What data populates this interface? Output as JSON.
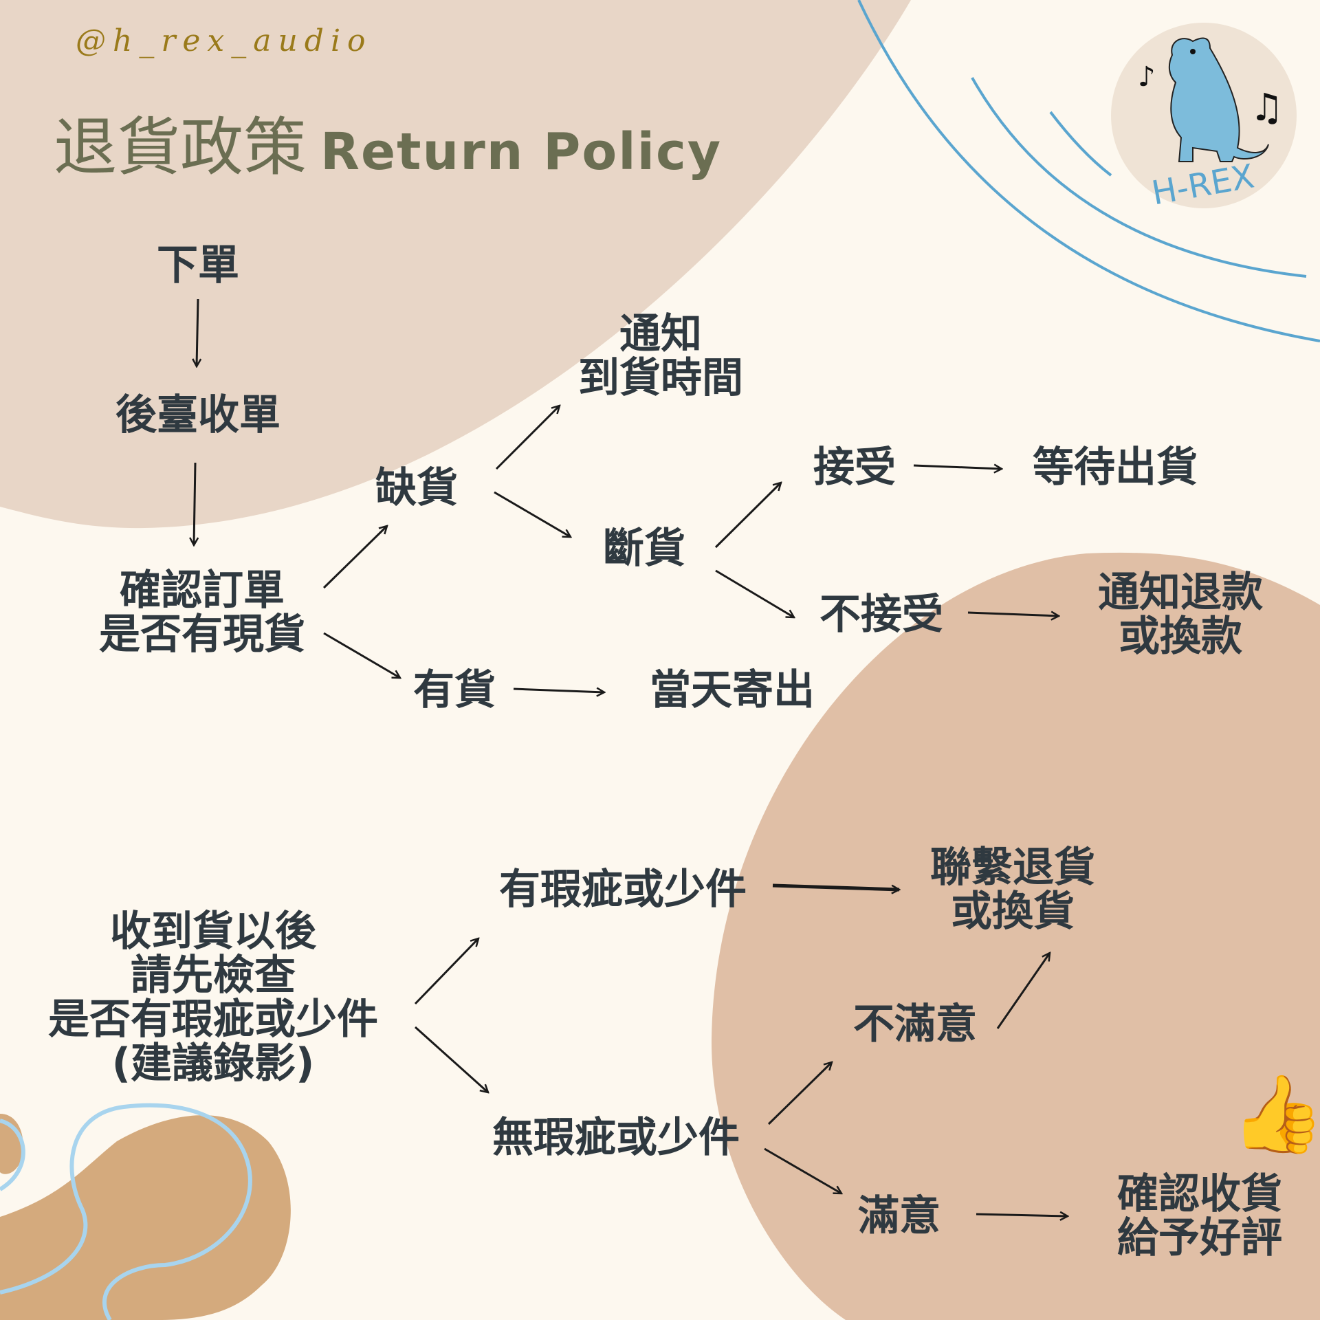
{
  "header": {
    "handle": "@h_rex_audio",
    "title_zh": "退貨政策",
    "title_en": "Return Policy",
    "logo_text": "H-REX"
  },
  "colors": {
    "text": "#2f3940",
    "title": "#6b6e52",
    "handle": "#9a7a1a",
    "blob_top": "#e8d6c7",
    "blob_right": "#e0bfa6",
    "blob_left": "#d4aa7d",
    "line_blue": "#5aa5cf"
  },
  "flow1": {
    "order": "下單",
    "backend": "後臺收單",
    "confirm": [
      "確認訂單",
      "是否有現貨"
    ],
    "out_of_stock": "缺貨",
    "notify_arrival": [
      "通知",
      "到貨時間"
    ],
    "discontinued": "斷貨",
    "accept": "接受",
    "wait_ship": "等待出貨",
    "not_accept": "不接受",
    "notify_refund": [
      "通知退款",
      "或換款"
    ],
    "in_stock": "有貨",
    "same_day": "當天寄出"
  },
  "flow2": {
    "receive": [
      "收到貨以後",
      "請先檢查",
      "是否有瑕疵或少件",
      "(建議錄影)"
    ],
    "defect": "有瑕疵或少件",
    "contact": [
      "聯繫退貨",
      "或換貨"
    ],
    "no_defect": "無瑕疵或少件",
    "unsatisfied": "不滿意",
    "satisfied": "滿意",
    "confirm_review": [
      "確認收貨",
      "給予好評"
    ]
  }
}
